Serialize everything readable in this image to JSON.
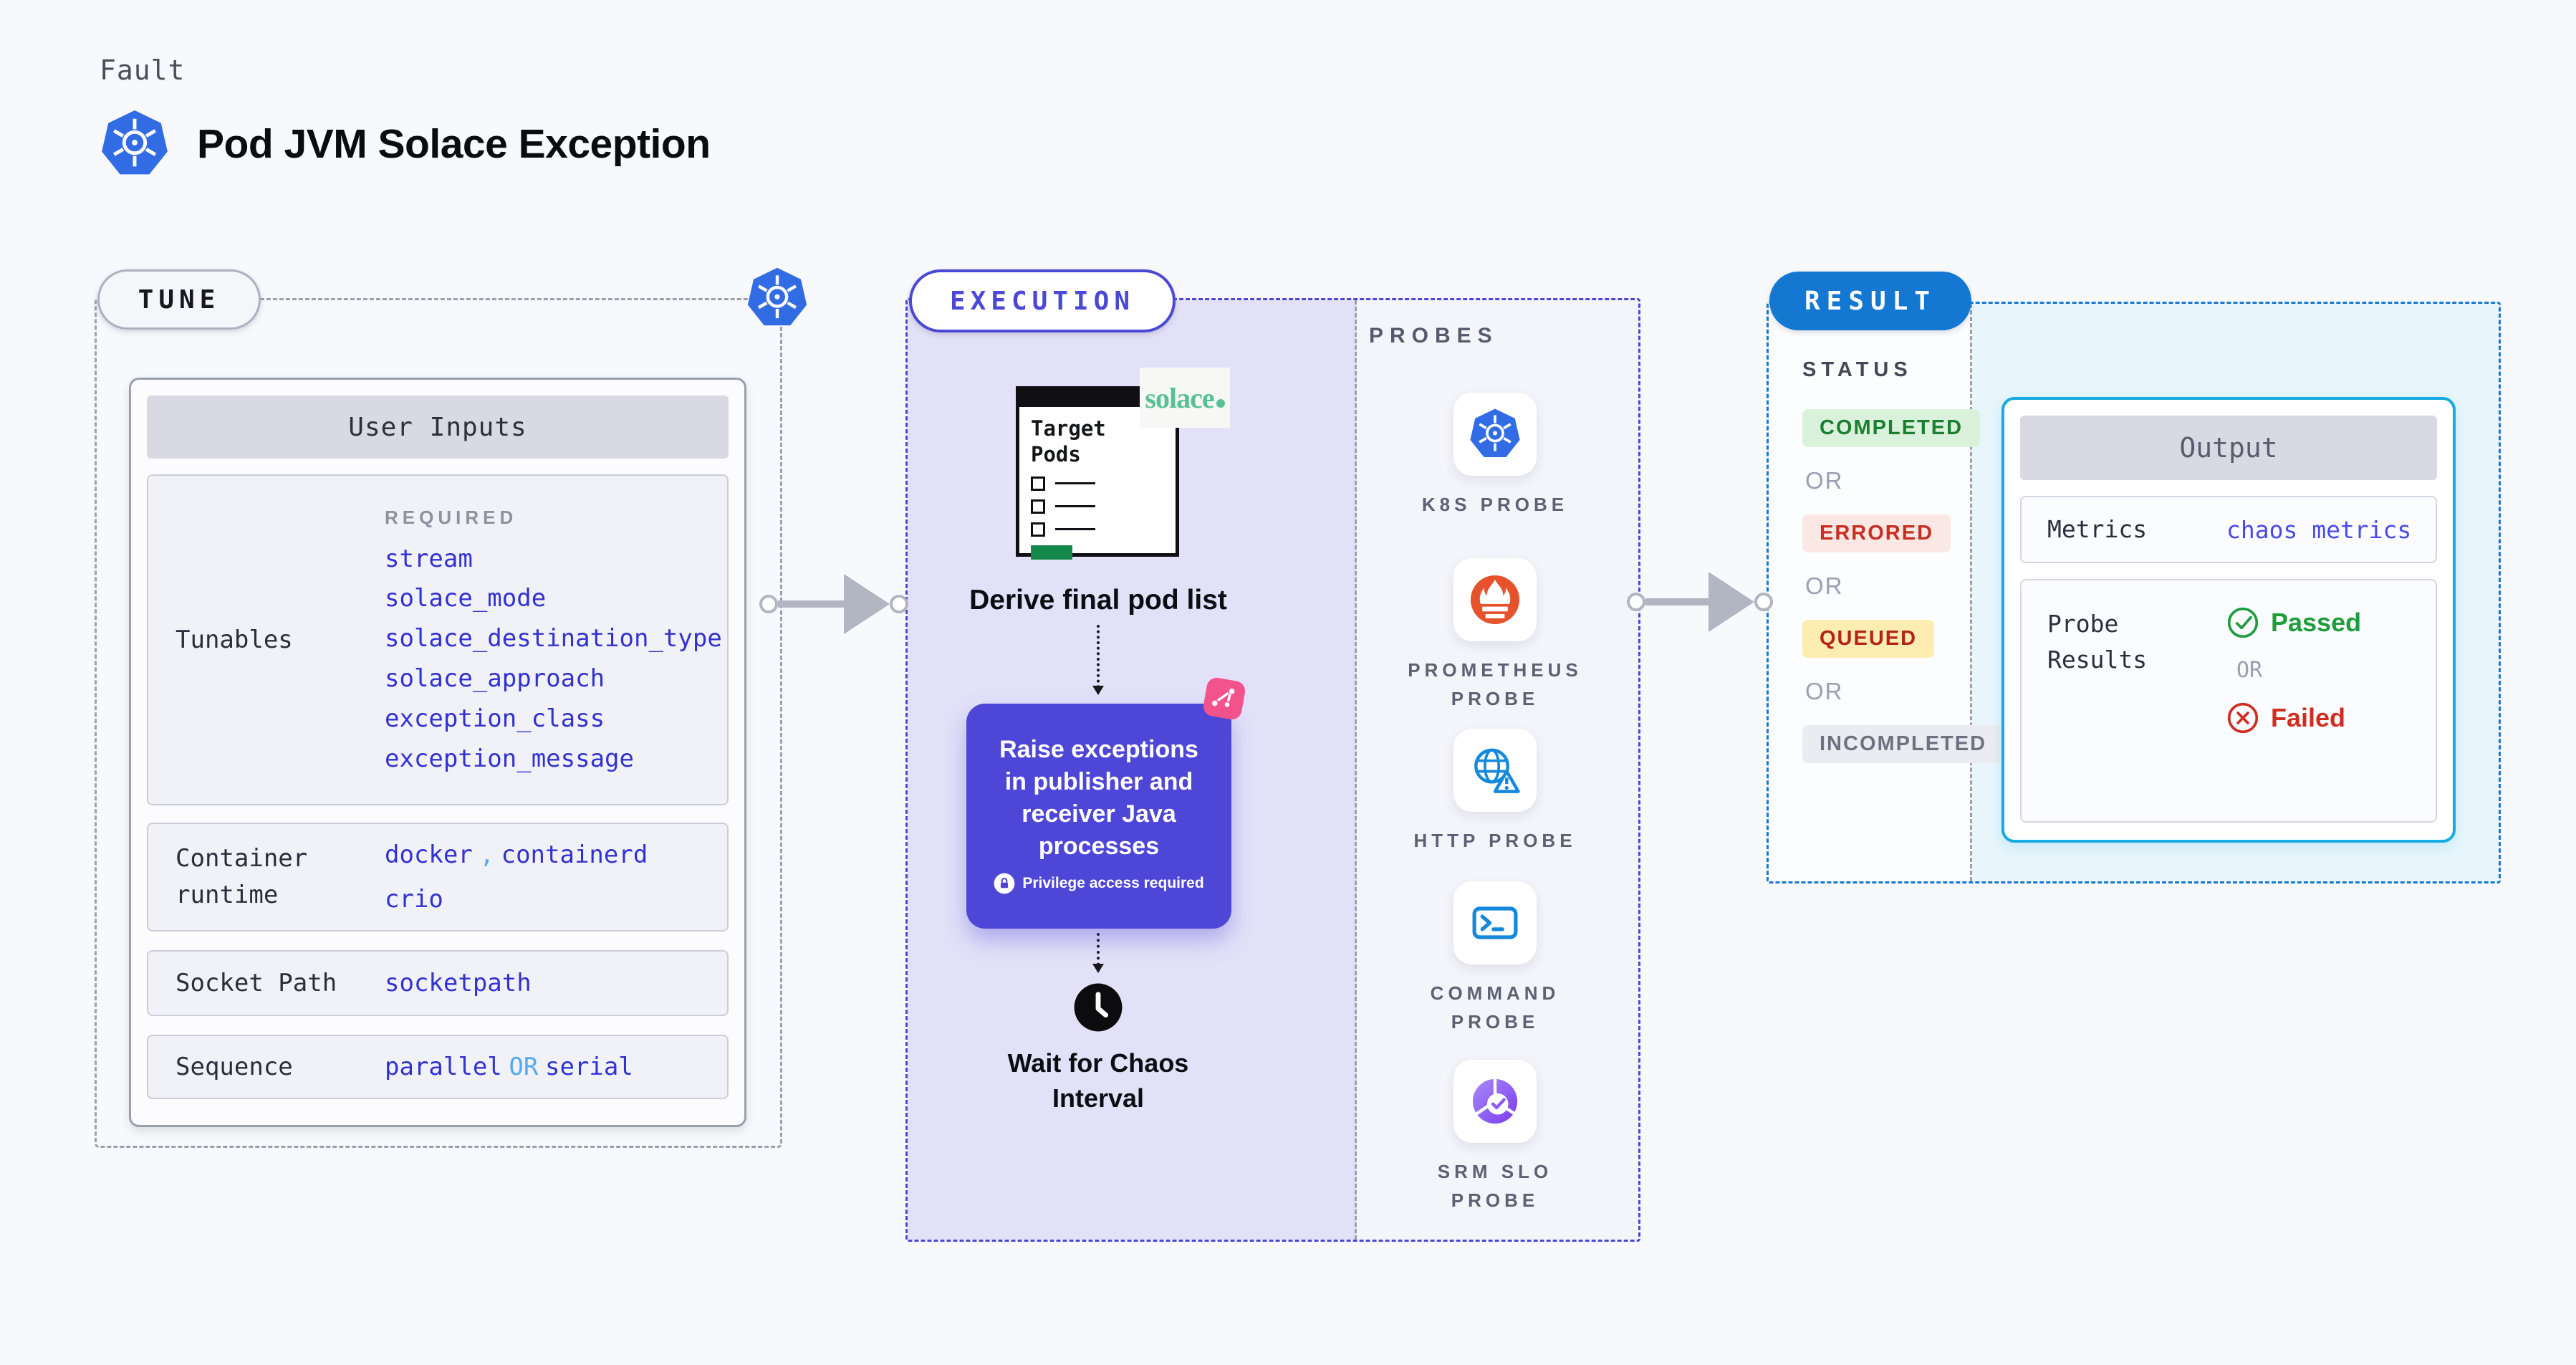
{
  "page": {
    "kicker": "Fault",
    "title": "Pod JVM Solace Exception"
  },
  "tune": {
    "badge": "TUNE",
    "user_inputs_header": "User Inputs",
    "tunables": {
      "label": "Tunables",
      "required_label": "REQUIRED",
      "items": [
        "stream",
        "solace_mode",
        "solace_destination_type",
        "solace_approach",
        "exception_class",
        "exception_message"
      ]
    },
    "container_runtime": {
      "label": "Container runtime",
      "value_1": "docker",
      "separator": ",",
      "value_2": "containerd",
      "value_3": "crio"
    },
    "socket_path": {
      "label": "Socket Path",
      "value": "socketpath"
    },
    "sequence": {
      "label": "Sequence",
      "value_1": "parallel",
      "or": "OR",
      "value_2": "serial"
    }
  },
  "execution": {
    "badge": "EXECUTION",
    "target_pods_title": "Target Pods",
    "solace_logo": "solace",
    "derive_label": "Derive final pod list",
    "action_text": "Raise exceptions in publisher and receiver Java processes",
    "privilege_note": "Privilege access required",
    "wait_label": "Wait for Chaos Interval"
  },
  "probes": {
    "label": "PROBES",
    "items": [
      {
        "label": "K8S PROBE",
        "icon": "kubernetes-icon"
      },
      {
        "label": "PROMETHEUS PROBE",
        "icon": "prometheus-icon"
      },
      {
        "label": "HTTP PROBE",
        "icon": "http-globe-icon"
      },
      {
        "label": "COMMAND PROBE",
        "icon": "terminal-icon"
      },
      {
        "label": "SRM SLO PROBE",
        "icon": "srm-slo-icon"
      }
    ]
  },
  "result": {
    "badge": "RESULT",
    "status_label": "STATUS",
    "or": "OR",
    "statuses": [
      {
        "text": "COMPLETED",
        "type": "success"
      },
      {
        "text": "ERRORED",
        "type": "error"
      },
      {
        "text": "QUEUED",
        "type": "queued"
      },
      {
        "text": "INCOMPLETED",
        "type": "neutral"
      }
    ],
    "output": {
      "header": "Output",
      "metrics_label": "Metrics",
      "metrics_value": "chaos metrics",
      "probe_results_label": "Probe Results",
      "passed": "Passed",
      "or": "OR",
      "failed": "Failed"
    }
  },
  "colors": {
    "kubernetes_blue": "#326ce5",
    "execution_accent": "#4b48d6",
    "result_accent": "#1478d2",
    "output_border": "#16abe0",
    "value_blue": "#3231d2",
    "light_blue": "#55a8f2",
    "success_green": "#1f9c3c",
    "error_red": "#cf2d20",
    "queued_bg": "#fdedb0",
    "lavender": "#e3e1f8",
    "prometheus_orange": "#e6522c",
    "purple_card": "#4e46d7",
    "pink_chaos": "#f2538c",
    "solace_green": "#57c193"
  }
}
